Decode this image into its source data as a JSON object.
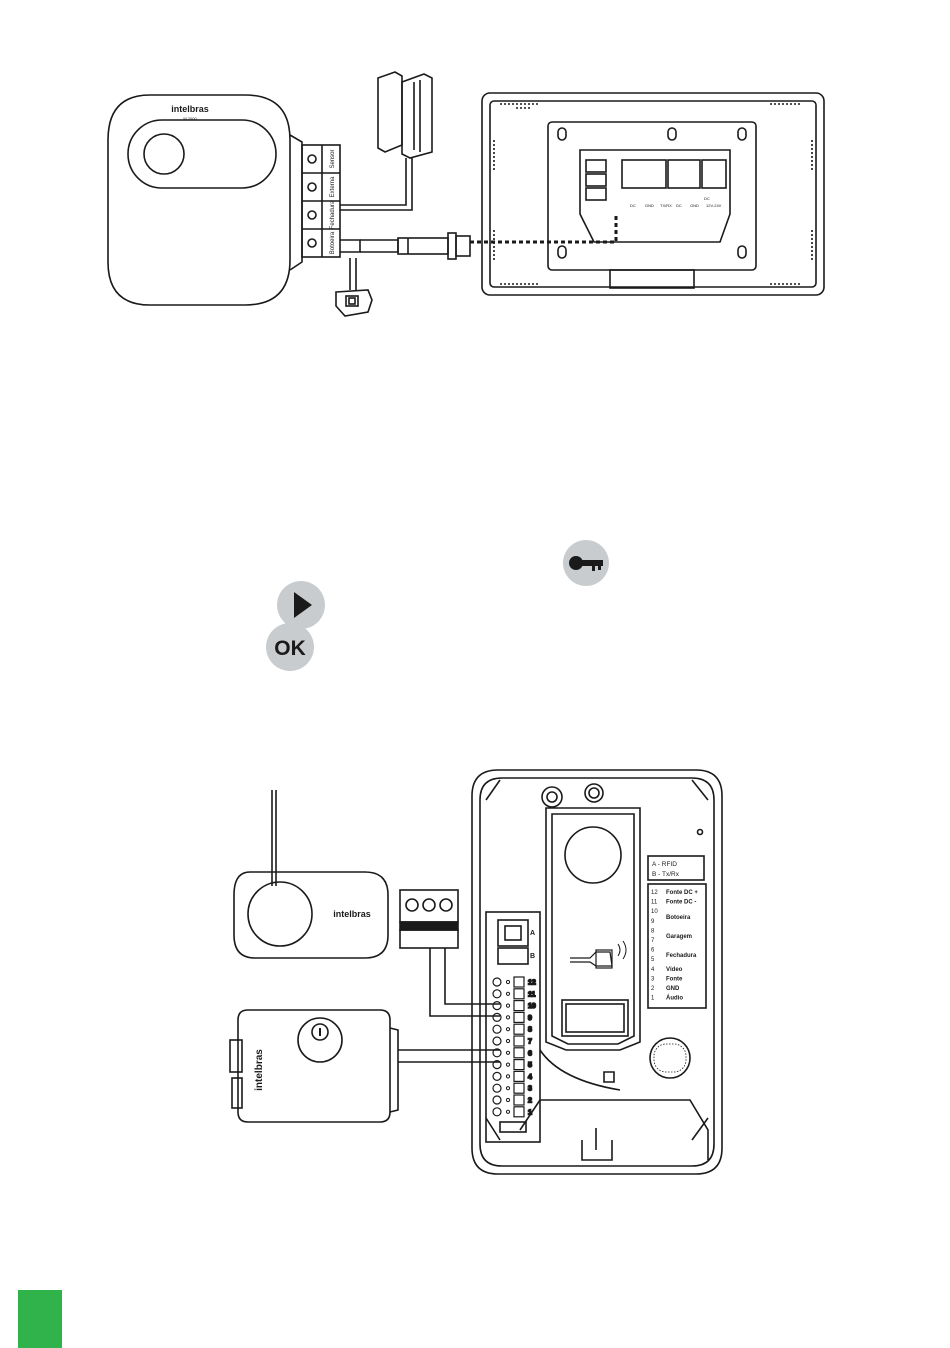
{
  "colors": {
    "accent_green": "#2fb34a",
    "icon_grey": "#c9ccce",
    "ink": "#1a1a1a"
  },
  "diagram_top": {
    "siren_brand": "intelbras",
    "siren_model": "M 2000",
    "siren_terminals": [
      "Sensor",
      "Externa",
      "Fechadura",
      "Botoeira"
    ],
    "monitor_terminal_labels": [
      "DC",
      "GND",
      "TX/RX",
      "DC",
      "GND",
      "DC",
      "12V-24V"
    ]
  },
  "icons": {
    "key": "key-icon",
    "play": "play-icon",
    "ok": "OK"
  },
  "diagram_bottom": {
    "siren_brand": "intelbras",
    "lock_brand": "intelbras",
    "legend_ab": [
      "A  -  RFID",
      "B  -  Tx/Rx"
    ],
    "legend_terminals": [
      {
        "n": "12",
        "label": "Fonte DC +"
      },
      {
        "n": "11",
        "label": "Fonte DC -"
      },
      {
        "n": "10",
        "label": ""
      },
      {
        "n": "9",
        "label": "Botoeira"
      },
      {
        "n": "8",
        "label": ""
      },
      {
        "n": "7",
        "label": "Garagem"
      },
      {
        "n": "6",
        "label": ""
      },
      {
        "n": "5",
        "label": "Fechadura"
      },
      {
        "n": "4",
        "label": "Vídeo"
      },
      {
        "n": "3",
        "label": "Fonte"
      },
      {
        "n": "2",
        "label": "GND"
      },
      {
        "n": "1",
        "label": "Áudio"
      }
    ],
    "board_letters": [
      "A",
      "B"
    ],
    "board_numbers": [
      "12",
      "11",
      "10",
      "9",
      "8",
      "7",
      "6",
      "5",
      "4",
      "3",
      "2",
      "1"
    ]
  }
}
